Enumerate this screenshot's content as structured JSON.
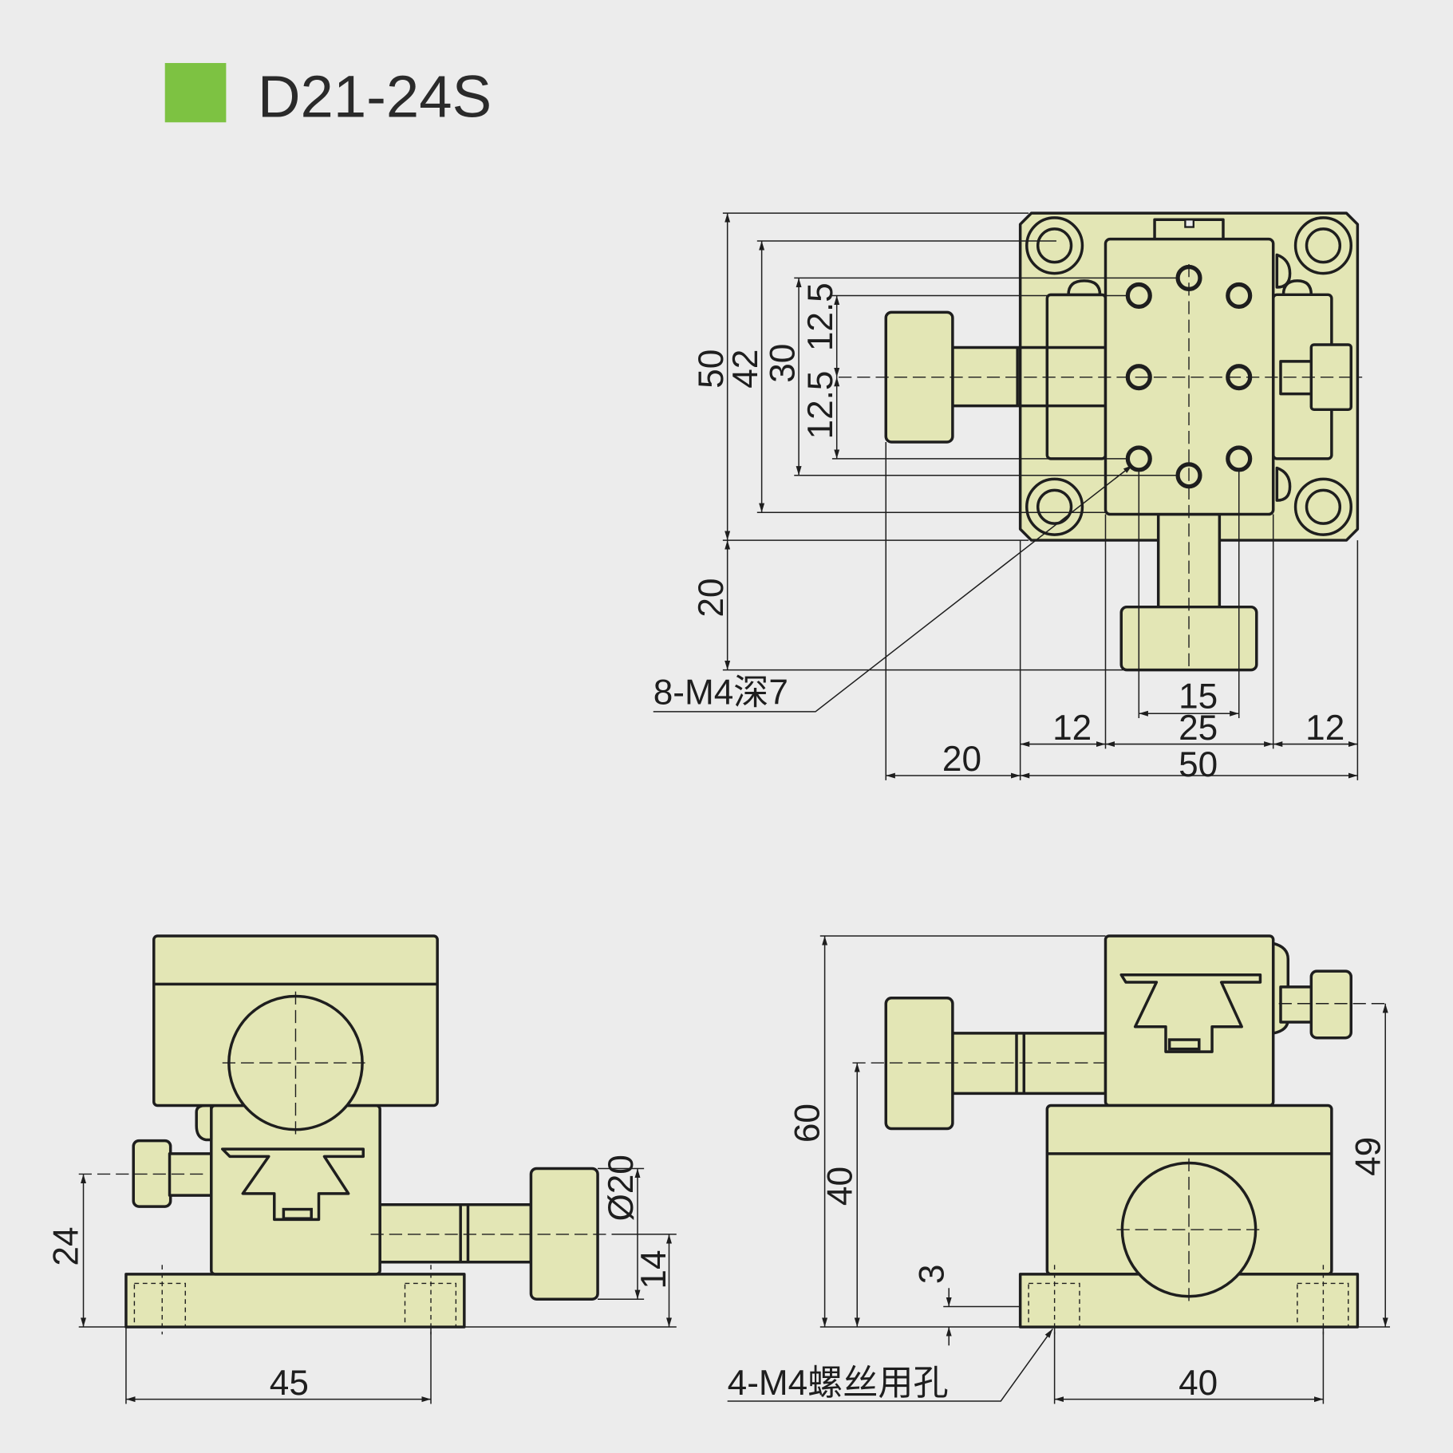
{
  "header": {
    "title": "D21-24S",
    "badge_color": "#7dc242"
  },
  "colors": {
    "part_fill": "#e3e6b5",
    "background": "#ececec",
    "line": "#1e1e1e"
  },
  "top_view": {
    "dims_vertical": [
      "50",
      "42",
      "30",
      "12.5",
      "12.5",
      "20"
    ],
    "dims_horizontal": [
      "15",
      "12",
      "25",
      "12",
      "20",
      "50"
    ],
    "note": "8-M4深7"
  },
  "front_view": {
    "dims": [
      "24",
      "45",
      "Ø20",
      "14"
    ]
  },
  "side_view": {
    "dims": [
      "60",
      "40",
      "3",
      "49",
      "40"
    ],
    "note": "4-M4螺丝用孔"
  }
}
